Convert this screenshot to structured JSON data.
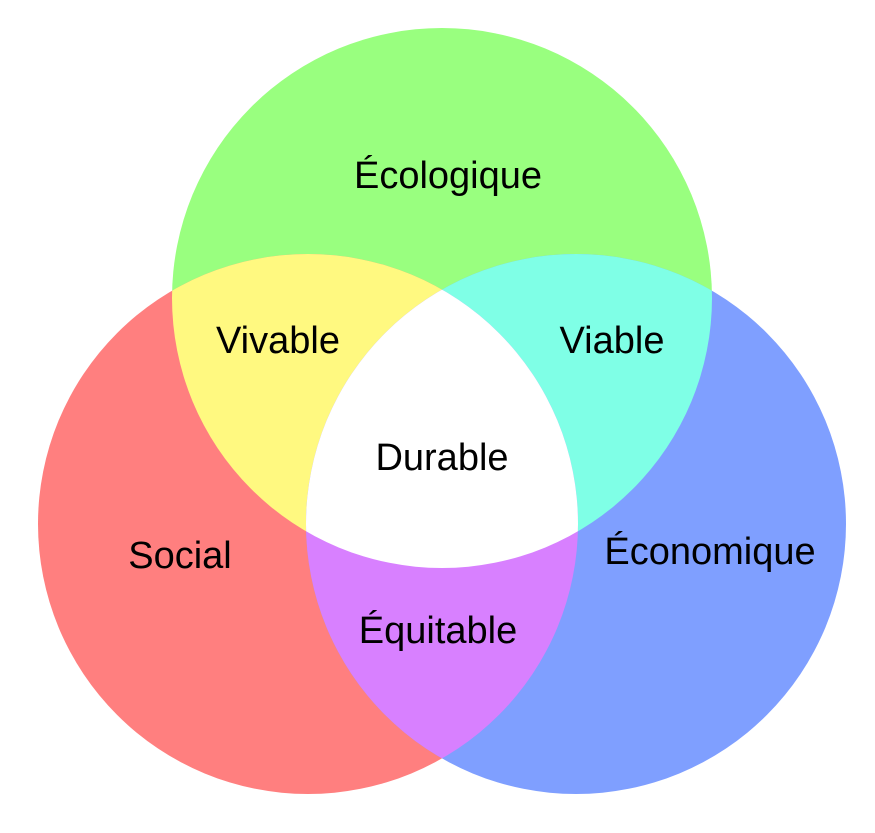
{
  "colors": {
    "ecologique": "#99ff7f",
    "social": "#ff7f7f",
    "economique": "#7f9fff",
    "vivable": "#fff980",
    "viable": "#7fffe6",
    "equitable": "#d880ff",
    "durable": "#ffffff"
  },
  "labels": {
    "ecologique": "Écologique",
    "social": "Social",
    "economique": "Économique",
    "vivable": "Vivable",
    "viable": "Viable",
    "equitable": "Équitable",
    "durable": "Durable"
  }
}
